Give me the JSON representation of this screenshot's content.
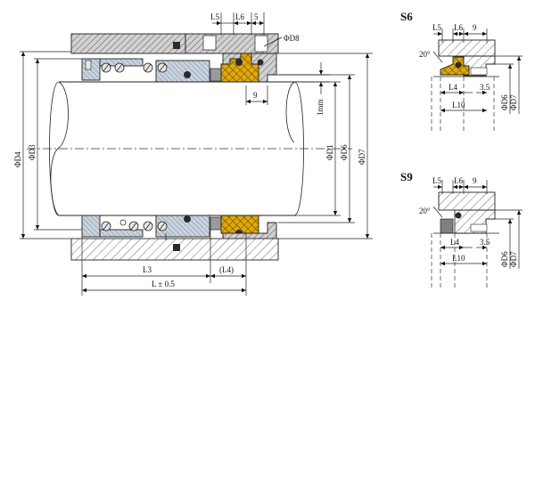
{
  "main_view": {
    "labels": {
      "L5": "L5",
      "L6": "L6",
      "five": "5",
      "D8": "ΦD8",
      "nine": "9",
      "one_mm": "1mm",
      "D4": "ΦD4",
      "D3": "ΦD3",
      "D1": "ΦD1",
      "D6": "ΦD6",
      "D7": "ΦD7",
      "L3": "L3",
      "L4": "(L4)",
      "L": "L ± 0.5"
    }
  },
  "s6": {
    "title": "S6",
    "labels": {
      "L5": "L5",
      "L6": "L6",
      "nine": "9",
      "angle": "20°",
      "L4": "L4",
      "three_five": "3.5",
      "L10": "L10",
      "D6": "ΦD6",
      "D7": "ΦD7"
    }
  },
  "s9": {
    "title": "S9",
    "labels": {
      "L5": "L5",
      "L6": "L6",
      "nine": "9",
      "angle": "20°",
      "L4": "L4",
      "three_five": "3.5",
      "L10": "L10",
      "D6": "ΦD6",
      "D7": "ΦD7"
    }
  },
  "colors": {
    "gland_hatch": "#8c8c8c",
    "seal_face_yellow": "#e0a80a",
    "metal_blue": "#b9c7d4",
    "oring": "#2a2a2a",
    "line": "#222222"
  }
}
